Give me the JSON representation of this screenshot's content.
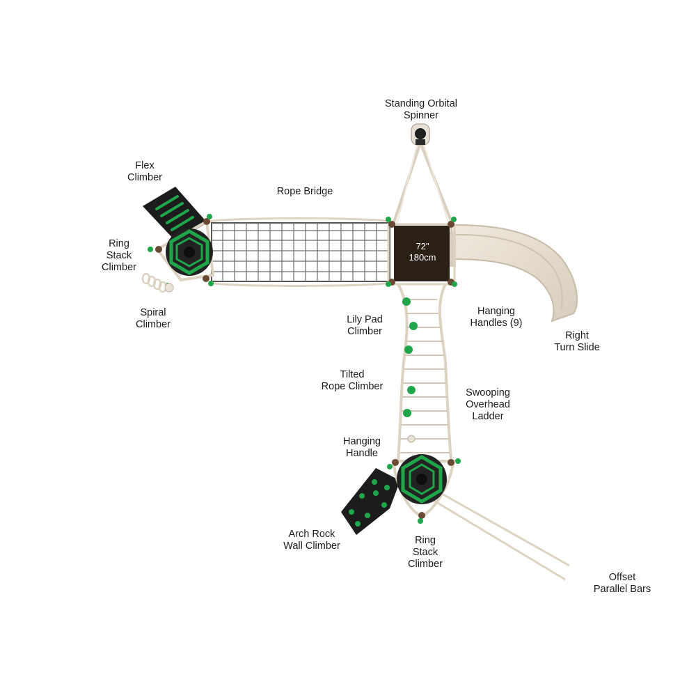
{
  "labels": {
    "spinner": [
      "Standing Orbital",
      "Spinner"
    ],
    "flex_climber": [
      "Flex",
      "Climber"
    ],
    "rope_bridge": [
      "Rope Bridge"
    ],
    "ring_stack_left": [
      "Ring",
      "Stack",
      "Climber"
    ],
    "spiral_climber": [
      "Spiral",
      "Climber"
    ],
    "lily_pad": [
      "Lily Pad",
      "Climber"
    ],
    "hanging_handles": [
      "Hanging",
      "Handles (9)"
    ],
    "right_turn_slide": [
      "Right",
      "Turn Slide"
    ],
    "tilted_rope": [
      "Tilted",
      "Rope Climber"
    ],
    "overhead_ladder": [
      "Swooping",
      "Overhead",
      "Ladder"
    ],
    "hanging_handle": [
      "Hanging",
      "Handle"
    ],
    "arch_rock_wall": [
      "Arch Rock",
      "Wall Climber"
    ],
    "ring_stack_bottom": [
      "Ring",
      "Stack",
      "Climber"
    ],
    "parallel_bars": [
      "Offset",
      "Parallel Bars"
    ]
  },
  "deck": {
    "height_in": "72\"",
    "height_cm": "180cm"
  },
  "colors": {
    "deck": "#2b2016",
    "frame": "#ddd3c3",
    "accent_green": "#1fa64a",
    "panel_black": "#1c1c1c",
    "post_cap": "#6b4a33",
    "slide": "#e8ded0"
  }
}
